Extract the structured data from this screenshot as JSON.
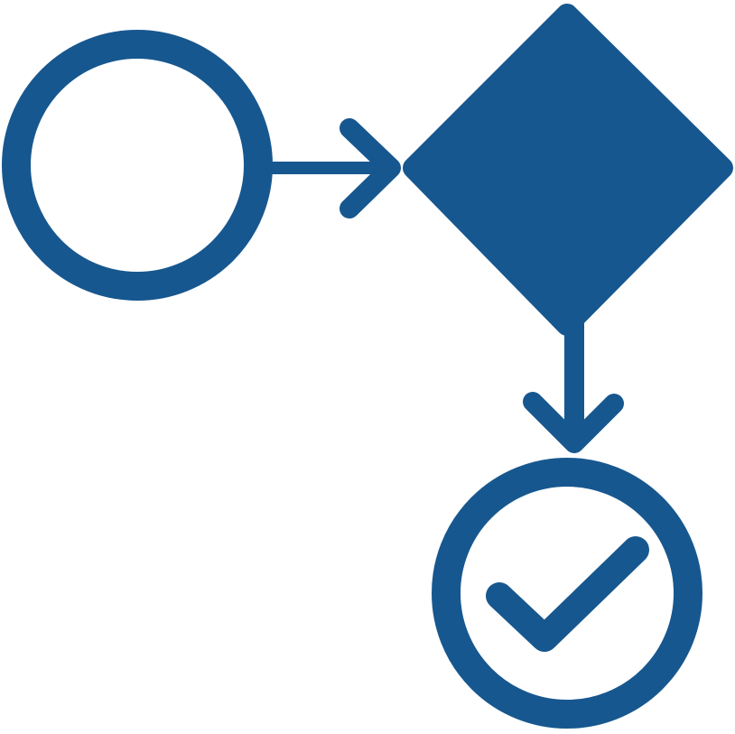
{
  "diagram": {
    "type": "process-flow-icon",
    "color": "#17578f",
    "background": "#ffffff",
    "nodes": [
      {
        "id": "start",
        "shape": "circle",
        "style": "outline",
        "icon": "none"
      },
      {
        "id": "decision",
        "shape": "diamond",
        "style": "filled",
        "icon": "none"
      },
      {
        "id": "end",
        "shape": "circle",
        "style": "outline",
        "icon": "checkmark-icon"
      }
    ],
    "edges": [
      {
        "from": "start",
        "to": "decision",
        "direction": "right"
      },
      {
        "from": "decision",
        "to": "end",
        "direction": "down"
      }
    ]
  }
}
